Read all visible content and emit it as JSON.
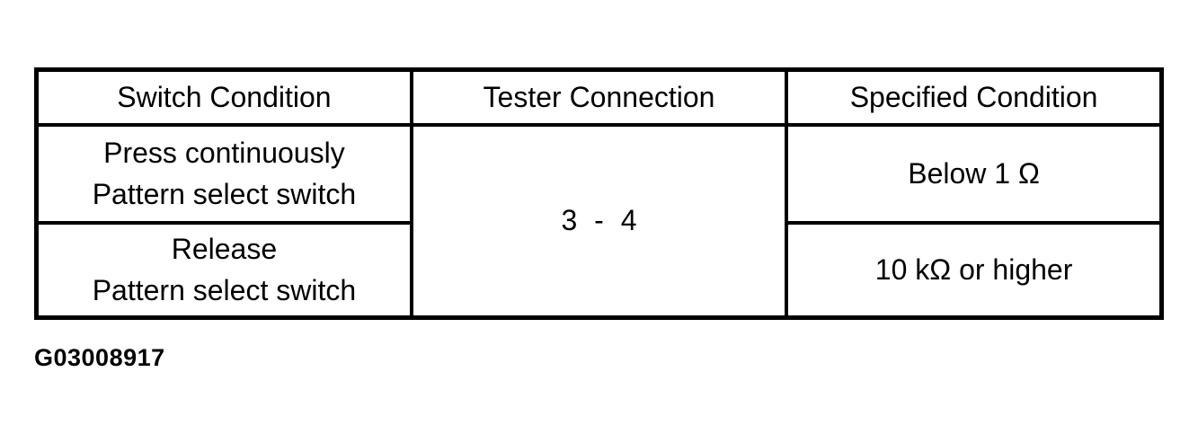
{
  "table": {
    "headers": [
      "Switch Condition",
      "Tester Connection",
      "Specified Condition"
    ],
    "rows": [
      {
        "switch_condition": [
          "Press continuously",
          "Pattern select switch"
        ],
        "specified_condition": "Below 1 Ω"
      },
      {
        "switch_condition": [
          "Release",
          "Pattern select switch"
        ],
        "specified_condition": "10 kΩ or higher"
      }
    ],
    "tester_connection": "3 - 4"
  },
  "caption": "G03008917",
  "colors": {
    "border": "#000000",
    "background": "#ffffff",
    "text": "#000000"
  }
}
